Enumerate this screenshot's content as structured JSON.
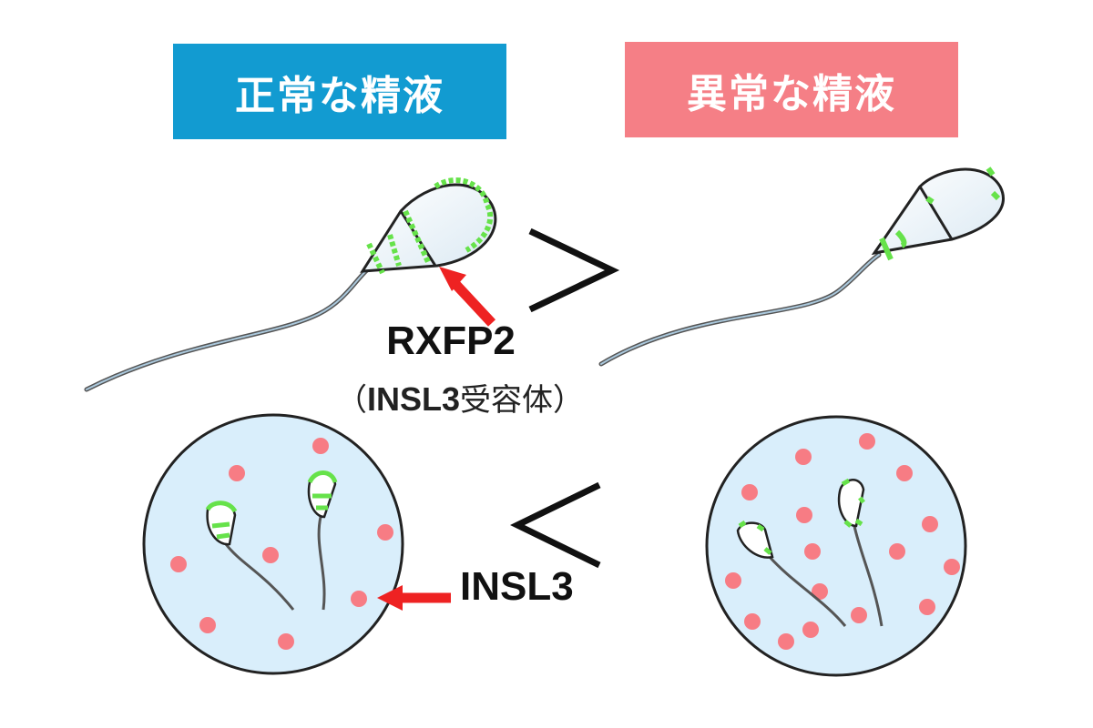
{
  "headers": {
    "normal": {
      "text": "正常な精液",
      "color": "#129bd1"
    },
    "abnormal": {
      "text": "異常な精液",
      "color": "#f57f86"
    }
  },
  "labels": {
    "rxfp2": "RXFP2",
    "receptor_open": "（",
    "receptor_bold": "INSL3",
    "receptor_text": "受容体",
    "receptor_close": "）",
    "insl3": "INSL3"
  },
  "comparisons": {
    "top": ">",
    "bottom": "<"
  },
  "colors": {
    "receptor": "#66e24a",
    "hormone": "#f77c84",
    "arrow": "#ee2222",
    "circle_fill": "#d9eefb"
  }
}
